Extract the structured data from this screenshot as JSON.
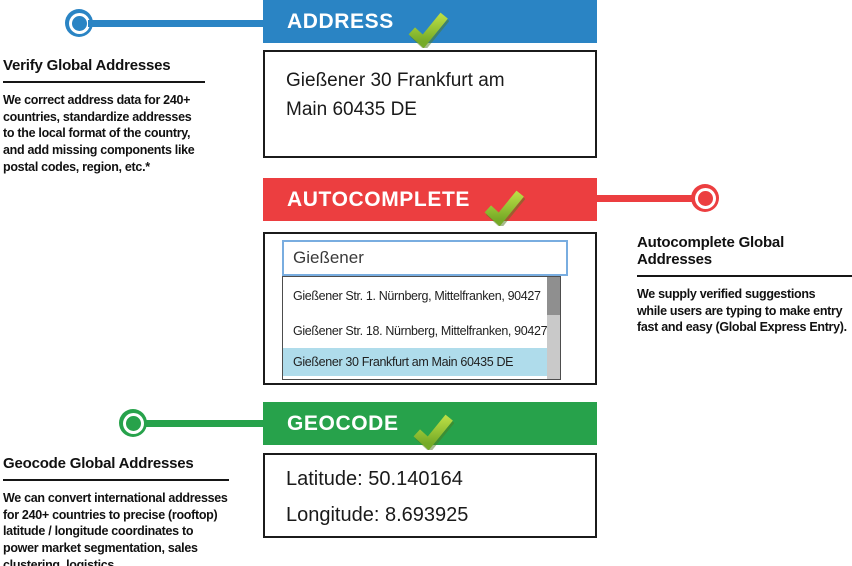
{
  "palette": {
    "address_blue": "#2a84c4",
    "autocomplete_red": "#ec3e40",
    "geocode_green": "#27a24b",
    "checkmark_green_light": "#b8dc44",
    "checkmark_green_dark": "#76ab27",
    "selected_row_blue": "#afdceb",
    "input_border_blue": "#79ade0",
    "scrollbar_track": "#c9c9c9",
    "scrollbar_thumb": "#8f8f8f"
  },
  "icons": {
    "checkmark": "✔"
  },
  "sections": {
    "address": {
      "header_label": "ADDRESS",
      "result": "Gießener 30 Frankfurt am\nMain 60435 DE",
      "info_title": "Verify Global Addresses",
      "info_body": "We correct address data for 240+\ncountries, standardize addresses\nto the local format of the country,\nand add missing components like\npostal codes, region, etc.*"
    },
    "autocomplete": {
      "header_label": "AUTOCOMPLETE",
      "input_value": "Gießener",
      "suggestions": [
        "Gießener Str. 1. Nürnberg, Mittelfranken, 90427",
        "Gießener Str. 18. Nürnberg, Mittelfranken, 90427",
        "Gießener 30 Frankfurt am Main 60435 DE"
      ],
      "selected_index": 2,
      "info_title": "Autocomplete Global Addresses",
      "info_body": "We supply verified suggestions\nwhile users are typing to make entry\nfast and easy (Global Express Entry)."
    },
    "geocode": {
      "header_label": "GEOCODE",
      "latitude": "Latitude: 50.140164",
      "longitude": "Longitude: 8.693925",
      "info_title": "Geocode Global Addresses",
      "info_body": "We can convert international addresses\nfor 240+ countries to precise (rooftop)\nlatitude / longitude coordinates to\npower market segmentation, sales\nclustering, logistics."
    }
  }
}
